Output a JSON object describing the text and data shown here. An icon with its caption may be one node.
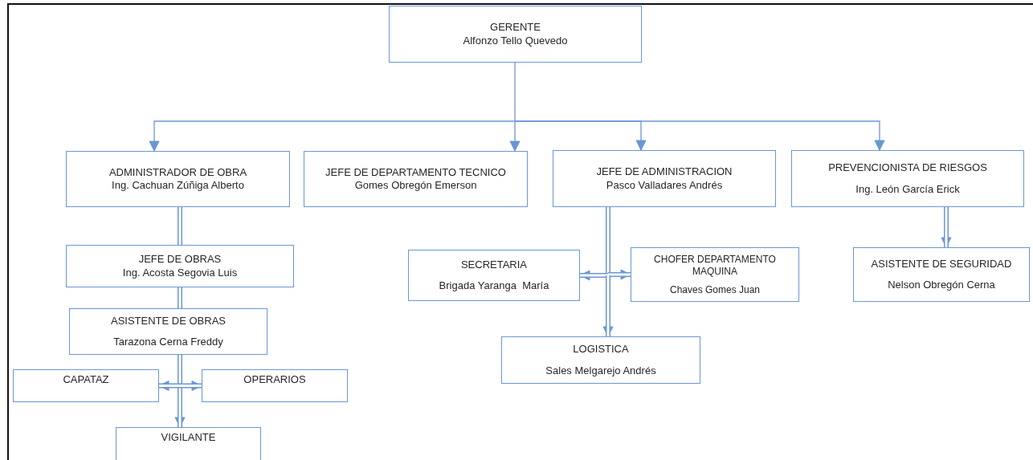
{
  "diagram": {
    "nodes": [
      {
        "text": [
          "GERENTE",
          "Alfonzo Tello Quevedo"
        ]
      },
      {
        "text": [
          "ADMINISTRADOR DE OBRA",
          "Ing. Cachuan Zúñiga Alberto"
        ]
      },
      {
        "text": [
          "JEFE DE DEPARTAMENTO TECNICO",
          "Gomes Obregón Emerson"
        ]
      },
      {
        "text": [
          "JEFE DE ADMINISTRACION",
          "Pasco Valladares Andrés"
        ]
      },
      {
        "text": [
          "PREVENCIONISTA DE RIESGOS",
          "Ing. León García Erick"
        ]
      },
      {
        "text": [
          "JEFE DE OBRAS",
          "Ing. Acosta Segovia Luis"
        ]
      },
      {
        "text": [
          "ASISTENTE DE OBRAS",
          "Tarazona Cerna Freddy"
        ]
      },
      {
        "text": [
          "CAPATAZ"
        ]
      },
      {
        "text": [
          "OPERARIOS"
        ]
      },
      {
        "text": [
          "VIGILANTE"
        ]
      },
      {
        "text": [
          "SECRETARIA",
          "Brigada Yaranga  María"
        ]
      },
      {
        "text": [
          "CHOFER DEPARTAMENTO MAQUINA",
          "Chaves Gomes Juan"
        ]
      },
      {
        "text": [
          "LOGISTICA",
          "Sales Melgarejo Andrés"
        ]
      },
      {
        "text": [
          "ASISTENTE DE SEGURIDAD",
          "Nelson Obregón Cerna"
        ]
      }
    ],
    "edges": [
      {
        "from": 0,
        "to": 1,
        "arrow": "to"
      },
      {
        "from": 0,
        "to": 2,
        "arrow": "to"
      },
      {
        "from": 0,
        "to": 3,
        "arrow": "to"
      },
      {
        "from": 0,
        "to": 4,
        "arrow": "to"
      },
      {
        "from": 1,
        "to": 5,
        "arrow": "none"
      },
      {
        "from": 5,
        "to": 6,
        "arrow": "none"
      },
      {
        "from": 6,
        "to": 9,
        "arrow": "to"
      },
      {
        "from": 6,
        "to": 7,
        "arrow": "to"
      },
      {
        "from": 6,
        "to": 8,
        "arrow": "to"
      },
      {
        "from": 3,
        "to": 10,
        "arrow": "to"
      },
      {
        "from": 3,
        "to": 11,
        "arrow": "to"
      },
      {
        "from": 3,
        "to": 12,
        "arrow": "to"
      },
      {
        "from": 4,
        "to": 13,
        "arrow": "to"
      }
    ]
  }
}
